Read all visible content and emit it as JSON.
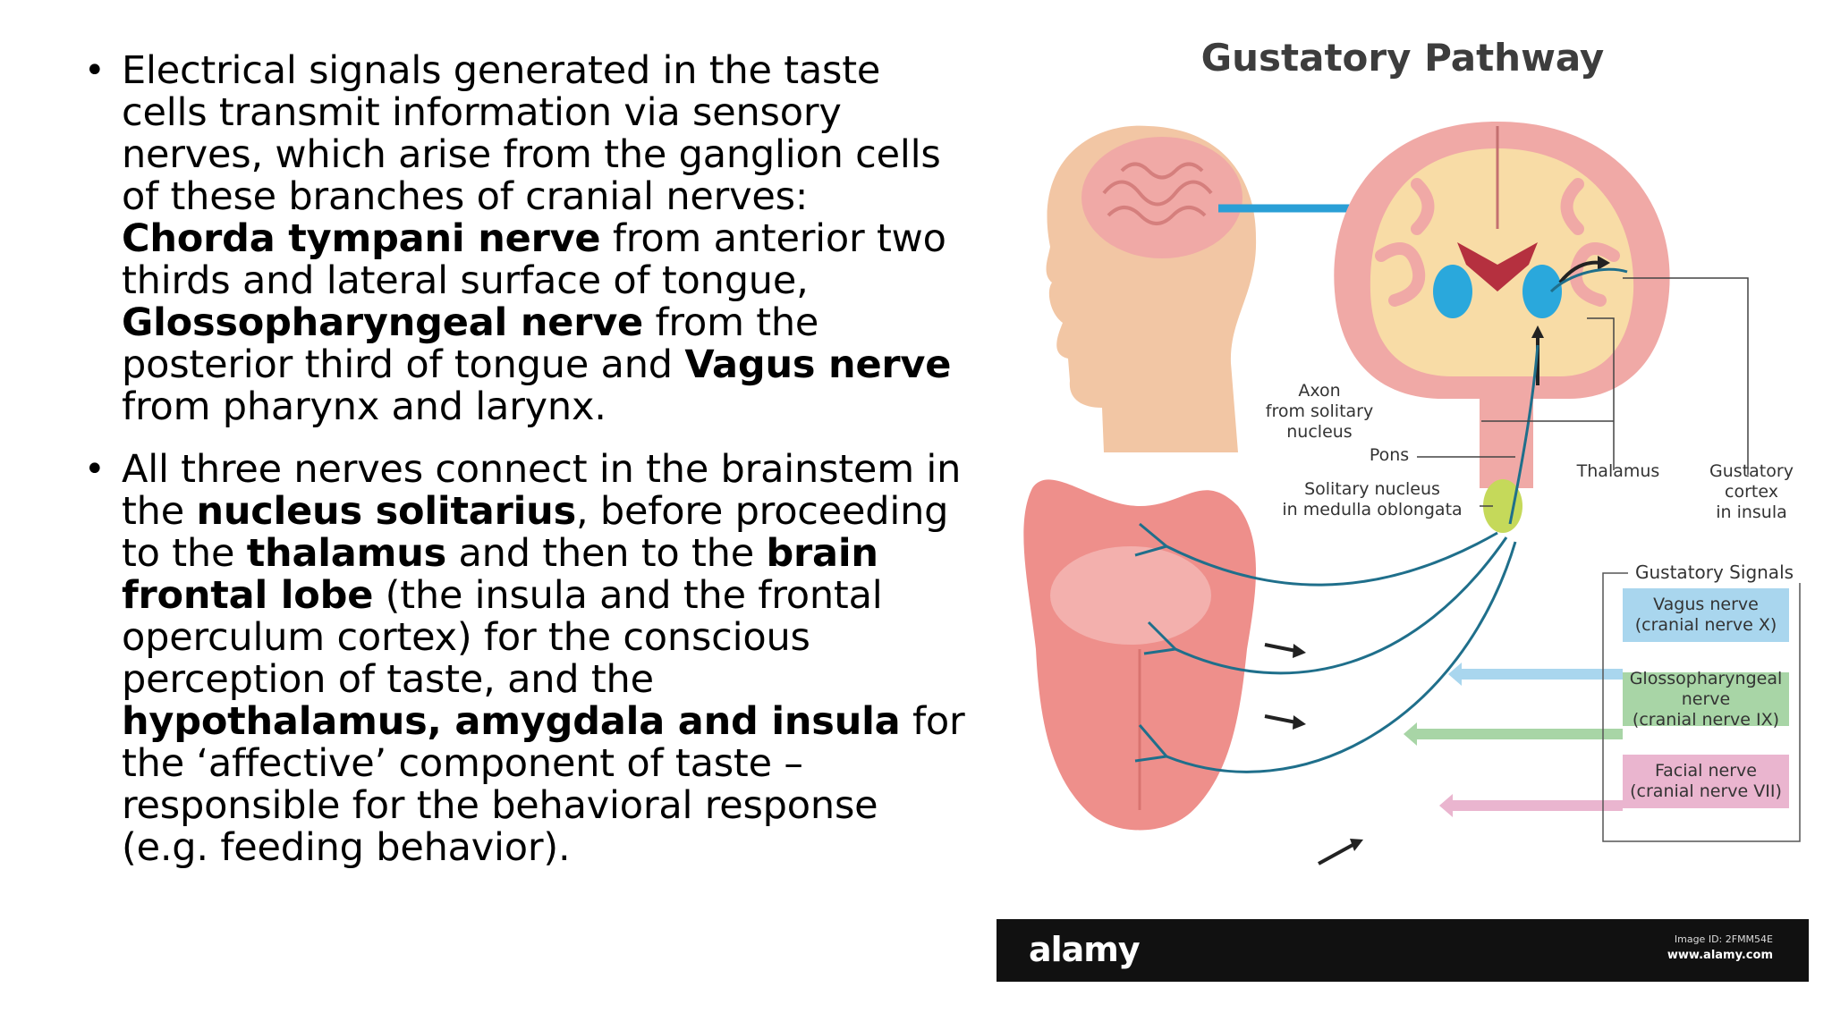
{
  "bullets": [
    {
      "parts": [
        {
          "text": "Electrical signals generated in the taste cells transmit information via sensory nerves, which arise from the ganglion cells of these branches of cranial nerves: ",
          "bold": false
        },
        {
          "text": "Chorda tympani nerve",
          "bold": true
        },
        {
          "text": " from anterior two thirds and lateral surface of tongue, ",
          "bold": false
        },
        {
          "text": "Glossopharyngeal nerve",
          "bold": true
        },
        {
          "text": " from the posterior third of tongue and ",
          "bold": false
        },
        {
          "text": "Vagus nerve",
          "bold": true
        },
        {
          "text": " from pharynx and larynx.",
          "bold": false
        }
      ]
    },
    {
      "parts": [
        {
          "text": "All three nerves connect in the brainstem in the ",
          "bold": false
        },
        {
          "text": "nucleus solitarius",
          "bold": true
        },
        {
          "text": ", before proceeding to the ",
          "bold": false
        },
        {
          "text": "thalamus",
          "bold": true
        },
        {
          "text": " and then to the ",
          "bold": false
        },
        {
          "text": "brain frontal lobe",
          "bold": true
        },
        {
          "text": " (the insula and the frontal operculum cortex) for the conscious perception of taste, and the ",
          "bold": false
        },
        {
          "text": "hypothalamus, amygdala and insula",
          "bold": true
        },
        {
          "text": " for the ‘affective’ component of taste – responsible for the behavioral response (e.g. feeding behavior).",
          "bold": false
        }
      ]
    }
  ],
  "figure": {
    "title": "Gustatory Pathway",
    "labels": {
      "axon": "Axon\nfrom solitary\nnucleus",
      "pons": "Pons",
      "solitary": "Solitary nucleus\nin medulla oblongata",
      "thalamus": "Thalamus",
      "cortex": "Gustatory\ncortex\nin insula"
    },
    "signals_title": "Gustatory Signals",
    "signals": [
      {
        "label": "Vagus nerve\n(cranial nerve X)",
        "color": "#a9d6ee"
      },
      {
        "label": "Glossopharyngeal nerve\n(cranial nerve IX)",
        "color": "#a8d5a6"
      },
      {
        "label": "Facial nerve\n(cranial nerve VII)",
        "color": "#eab5cf"
      }
    ],
    "brand": "alamy",
    "image_id": "Image ID: 2FMM54E",
    "website": "www.alamy.com"
  },
  "colors": {
    "nerve": "#1f6f8b",
    "skin": "#f2c6a4",
    "brain_pink": "#f0a9a6",
    "brain_cream": "#f8dca6",
    "thalamus_blue": "#2aa8dc",
    "arrow_blue": "#2a9fd6",
    "tongue": "#ee8f8b"
  }
}
